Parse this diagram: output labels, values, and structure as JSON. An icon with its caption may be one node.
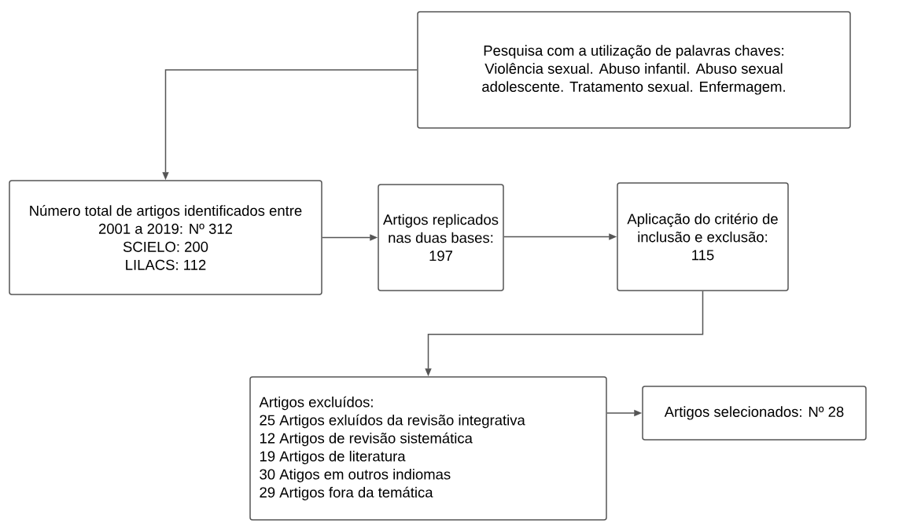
{
  "diagram": {
    "nodes": [
      {
        "text": [
          "Pesquisa com a utilização de palavras chaves:",
          "Violência sexual. Abuso infantil. Abuso sexual adolescente. Tratamento sexual. Enfermagem."
        ]
      },
      {
        "text": [
          "Número total de artigos identificados entre 2001 a 2019: Nº 312",
          "SCIELO: 200",
          "LILACS: 112"
        ]
      },
      {
        "text": [
          "Artigos replicados nas duas bases: 197"
        ]
      },
      {
        "text": [
          "Aplicação do critério de inclusão e exclusão: 115"
        ]
      },
      {
        "text": [
          "Artigos excluídos:",
          "25 Artigos exluídos da revisão integrativa",
          "12 Artigos de revisão sistemática",
          "19 Artigos de literatura",
          "30 Atigos em outros indiomas",
          "29 Artigos fora da temática"
        ]
      },
      {
        "text": [
          "Artigos selecionados: Nº 28"
        ]
      }
    ],
    "edges": [
      {
        "from": 0,
        "to": 1,
        "arrow": "to"
      },
      {
        "from": 1,
        "to": 2,
        "arrow": "to"
      },
      {
        "from": 2,
        "to": 3,
        "arrow": "to"
      },
      {
        "from": 3,
        "to": 4,
        "arrow": "to"
      },
      {
        "from": 4,
        "to": 5,
        "arrow": "to"
      }
    ]
  }
}
